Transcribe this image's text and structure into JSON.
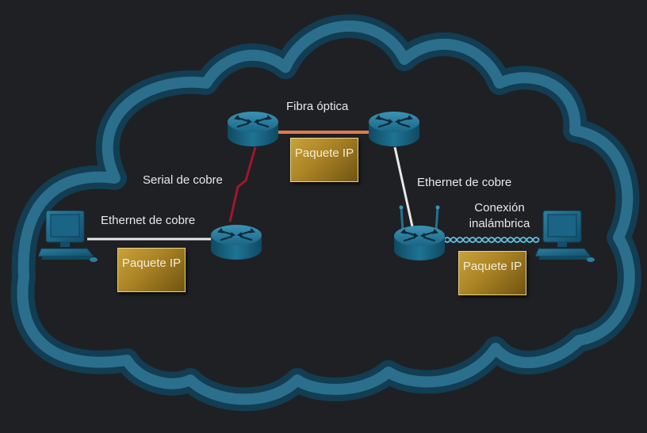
{
  "labels": {
    "fiber": "Fibra óptica",
    "serial": "Serial de cobre",
    "ethernet_left": "Ethernet de cobre",
    "ethernet_right": "Ethernet de cobre",
    "wireless_line1": "Conexión",
    "wireless_line2": "inalámbrica"
  },
  "packets": {
    "top": "Paquete IP",
    "left": "Paquete IP",
    "right": "Paquete IP"
  },
  "devices": {
    "routers": [
      "router-icon",
      "router-icon",
      "router-icon",
      "wireless-router-icon"
    ],
    "computers": [
      "pc-icon",
      "pc-icon"
    ]
  },
  "colors": {
    "background": "#1f2023",
    "cloud_outline": "#2b6f8c",
    "device": "#1c6b8c",
    "fiber_link": "#e07a4f",
    "serial_link": "#a0162c",
    "ethernet_link": "#e8e8e8",
    "wireless_link": "#5fc4e6",
    "packet": "#b08a2c"
  }
}
